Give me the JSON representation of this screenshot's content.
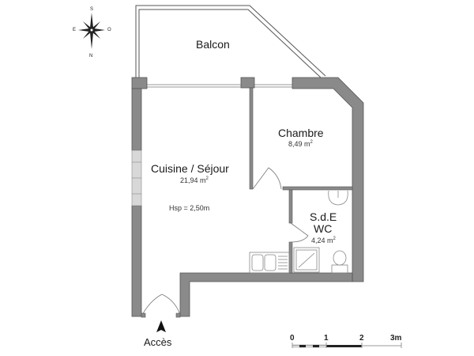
{
  "plan": {
    "wall_color": "#8a8a8a",
    "wall_stroke": "#555555",
    "line_color": "#666666"
  },
  "compass": {
    "top": "S",
    "left": "E",
    "right": "O",
    "bottom": "N"
  },
  "rooms": {
    "balcon": {
      "name": "Balcon"
    },
    "sejour": {
      "name": "Cuisine / Séjour",
      "area": "21,94 m",
      "area_unit_sup": "2",
      "height_note": "Hsp = 2,50m"
    },
    "chambre": {
      "name": "Chambre",
      "area": "8,49 m",
      "area_unit_sup": "2"
    },
    "sde": {
      "name_line1": "S.d.E",
      "name_line2": "WC",
      "area": "4,24 m",
      "area_unit_sup": "2"
    }
  },
  "entrance": {
    "label": "Accès"
  },
  "scale_bar": {
    "ticks": [
      "0",
      "1",
      "2",
      "3m"
    ]
  }
}
